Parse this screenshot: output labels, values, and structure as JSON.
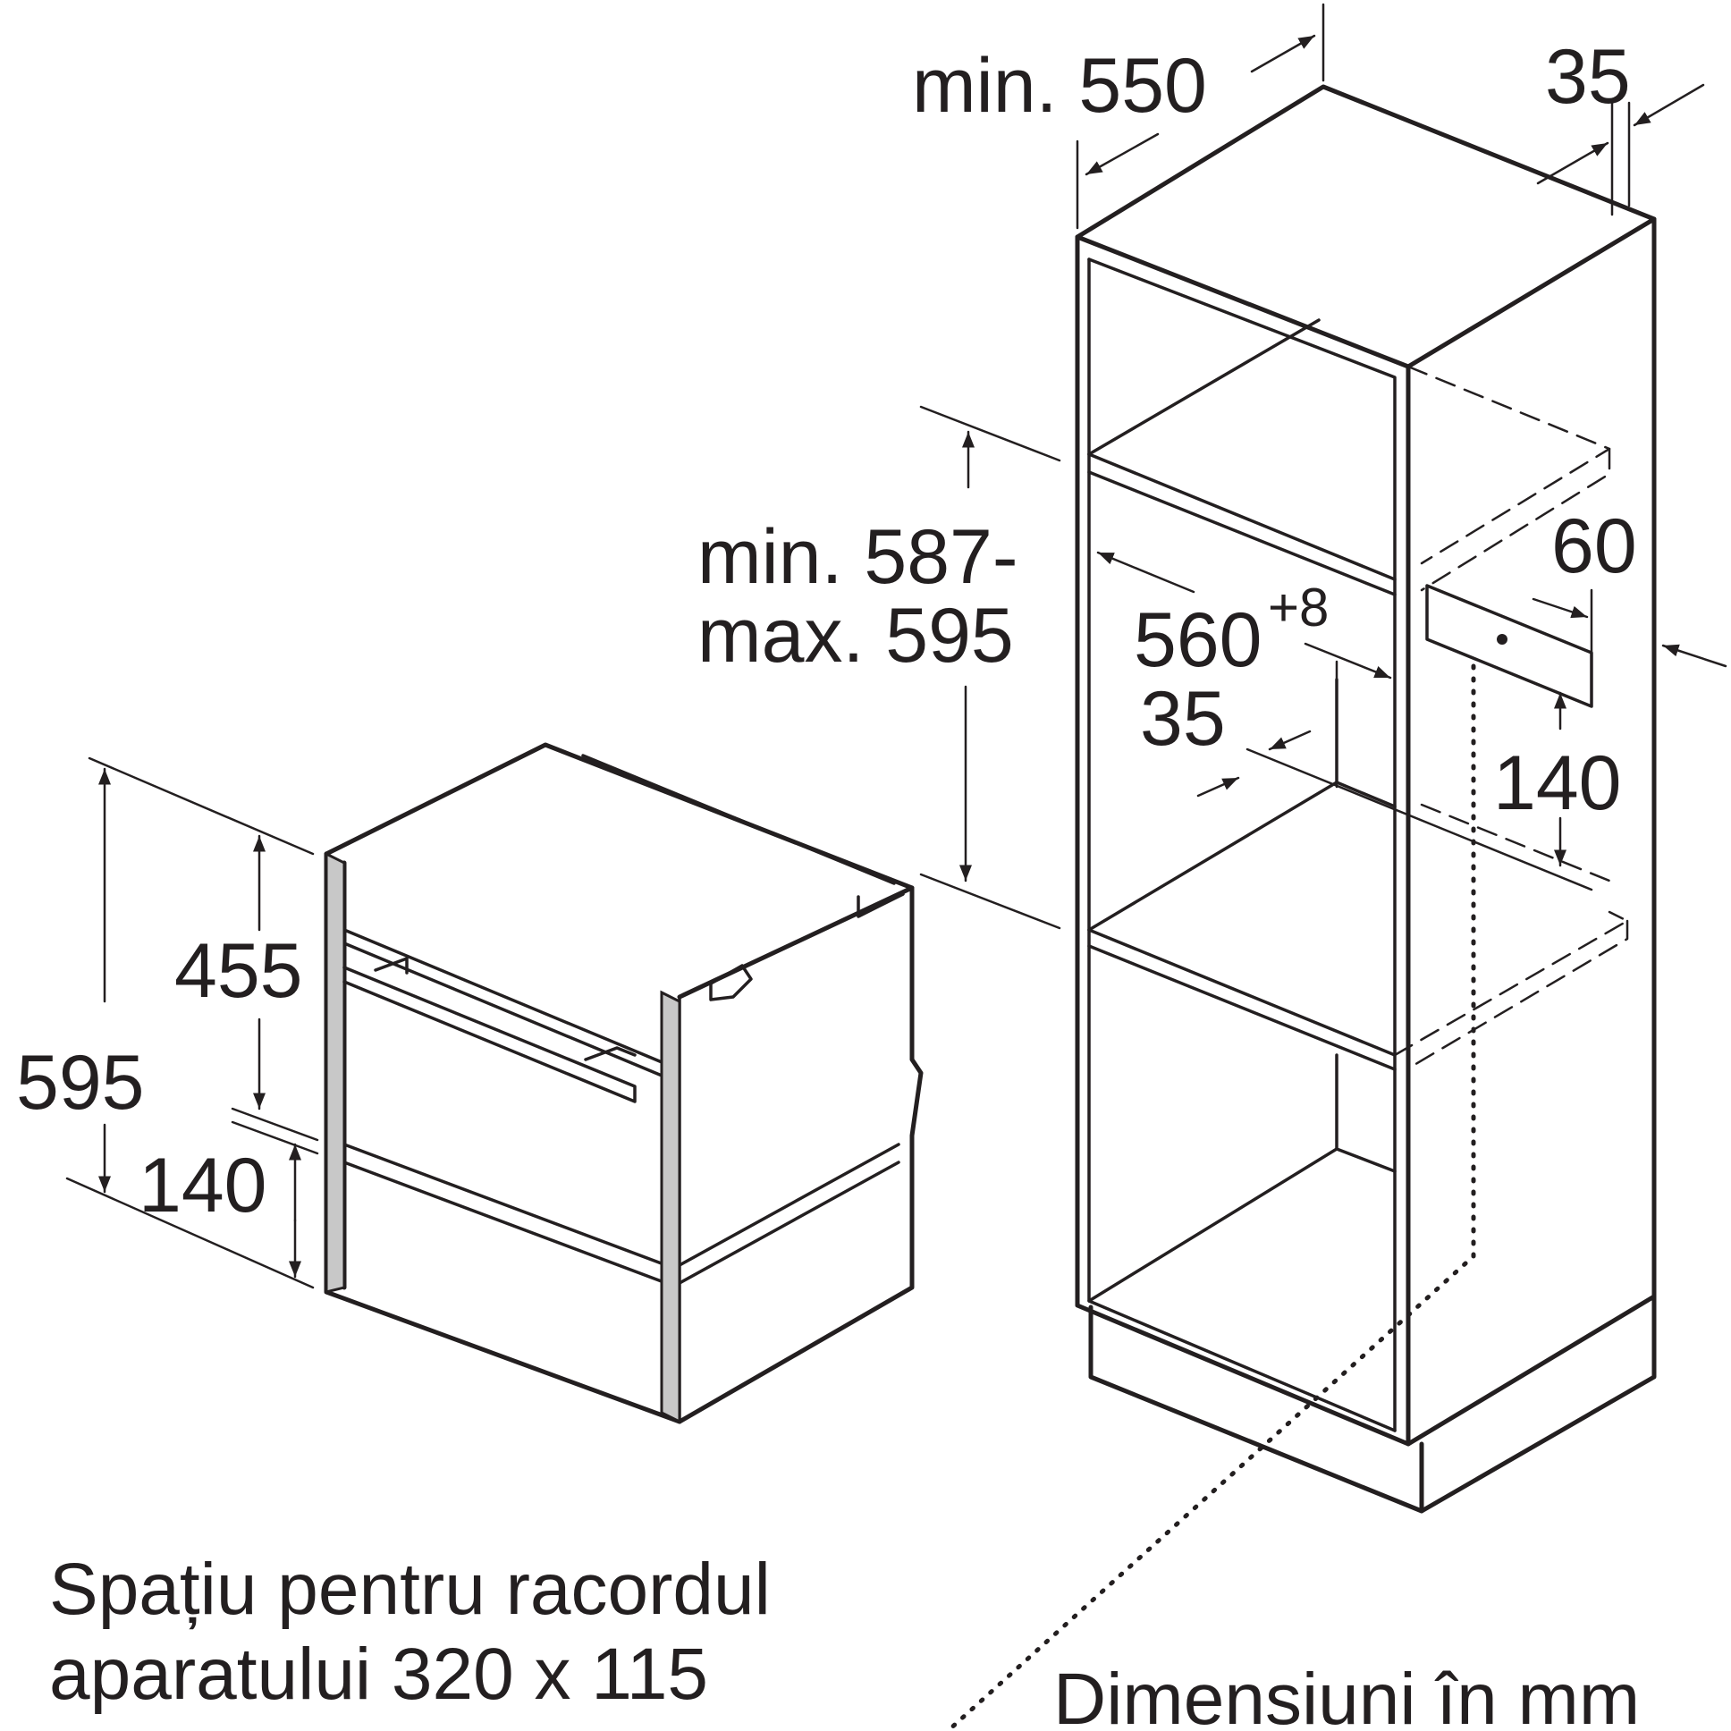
{
  "dimensions": {
    "cabinet_depth": "min. 550",
    "rear_gap": "35",
    "niche_height_line1": "min. 587-",
    "niche_height_line2": "max. 595",
    "niche_width": "560",
    "niche_width_tolerance": "+8",
    "front_offset": "35",
    "vent_depth": "60",
    "vent_height": "140",
    "appliance_height": "595",
    "door_height": "455",
    "drawer_height": "140"
  },
  "notes": {
    "connection_space_line1": "Spațiu pentru racordul",
    "connection_space_line2": "aparatului 320 x 115",
    "units": "Dimensiuni în mm"
  }
}
